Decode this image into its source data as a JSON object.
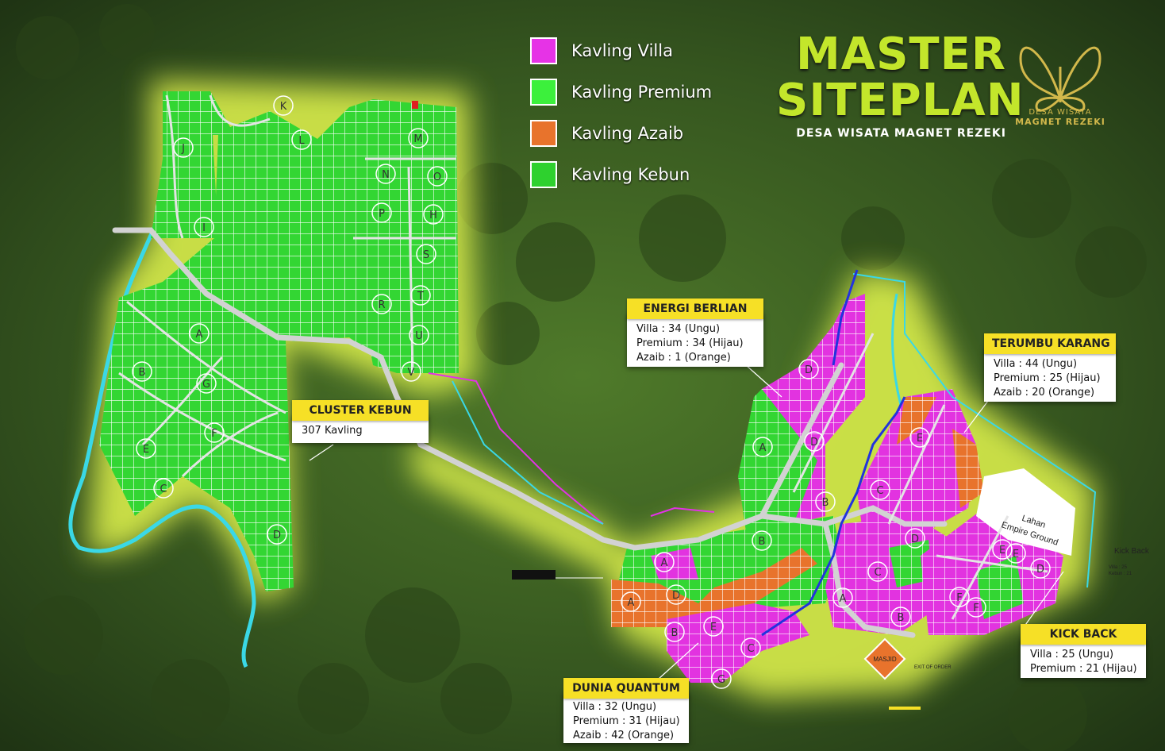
{
  "legend": [
    {
      "label": "Kavling Villa",
      "color": "#e633e6"
    },
    {
      "label": "Kavling Premium",
      "color": "#3cf03c"
    },
    {
      "label": "Kavling Azaib",
      "color": "#e8732c"
    },
    {
      "label": "Kavling Kebun",
      "color": "#2ed12e"
    }
  ],
  "title": {
    "line1": "MASTER",
    "line2": "SITEPLAN",
    "subtitle": "DESA WISATA MAGNET REZEKI"
  },
  "logo": {
    "line1": "DESA WISATA",
    "line2": "MAGNET REZEKI"
  },
  "callouts": {
    "cluster_kebun": {
      "title": "CLUSTER KEBUN",
      "lines": [
        "307 Kavling"
      ]
    },
    "energi_berlian": {
      "title": "ENERGI BERLIAN",
      "lines": [
        "Villa : 34 (Ungu)",
        "Premium  : 34 (Hijau)",
        "Azaib : 1 (Orange)"
      ]
    },
    "terumbu_karang": {
      "title": "TERUMBU KARANG",
      "lines": [
        "Villa : 44 (Ungu)",
        "Premium  : 25 (Hijau)",
        "Azaib : 20 (Orange)"
      ]
    },
    "kick_back": {
      "title": "KICK BACK",
      "lines": [
        "Villa  : 25 (Ungu)",
        "Premium  : 21 (Hijau)"
      ]
    },
    "dunia_quantum": {
      "title": "DUNIA QUANTUM",
      "lines": [
        "Villa : 32 (Ungu)",
        "Premium  : 31 (Hijau)",
        "Azaib : 42 (Orange)"
      ]
    }
  },
  "map_labels": {
    "kick_back_small": "Kick Back",
    "kick_back_villa": "Villa : 25",
    "kick_back_kebun": "Kebun : 21",
    "lahan_line1": "Lahan",
    "lahan_line2": "Empire Ground",
    "masjid": "MASJID",
    "exit": "EXIT OF ORDER"
  },
  "blocks_kebun": [
    "K",
    "L",
    "M",
    "J",
    "N",
    "O",
    "I",
    "P",
    "H",
    "S",
    "R",
    "T",
    "A",
    "U",
    "B",
    "V",
    "G",
    "F",
    "E",
    "C",
    "D"
  ],
  "blocks_east": [
    "D",
    "A",
    "B",
    "C",
    "D",
    "E",
    "A",
    "B",
    "C",
    "D",
    "E",
    "F",
    "A",
    "B",
    "E",
    "D",
    "A",
    "B",
    "C",
    "D",
    "E",
    "F",
    "G"
  ],
  "colors": {
    "forest": "#2f4a1c",
    "glow": "#d9f04a",
    "road": "#cfcfcf",
    "river": "#3ad8e6"
  }
}
